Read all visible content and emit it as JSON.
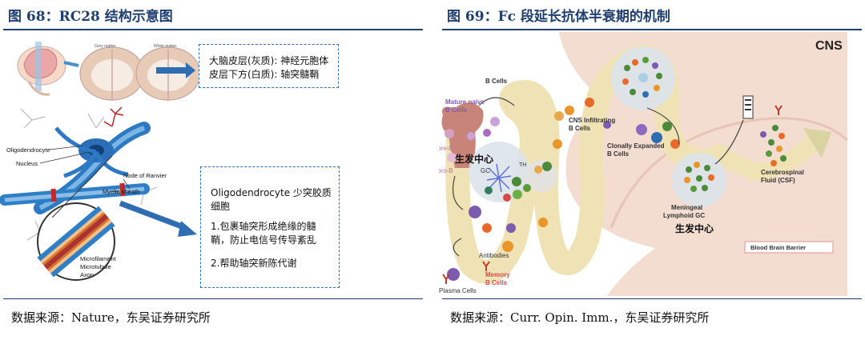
{
  "left": {
    "title": "图 68：RC28 结构示意图",
    "brain_labels": {
      "grey": "Grey matter",
      "white": "White matter"
    },
    "box1": {
      "line1": "大脑皮层(灰质): 神经元胞体",
      "line2": "皮层下方(白质): 轴突髓鞘"
    },
    "neuron_labels": {
      "oligodendrocyte": "Oligodendrocyte",
      "nucleus": "Nucleus",
      "node_of_ranvier": "Node of Ranvier",
      "myelin_sheath": "Myelin sheath",
      "microfilament": "Microfilament",
      "microtubule": "Microtubule",
      "axon": "Axon"
    },
    "box2": {
      "heading_line1": "Oligodendrocyte 少突胶质",
      "heading_line2": "细胞",
      "item1_line1": "1.包裹轴突形成绝缘的髓",
      "item1_line2": "鞘，防止电信号传导紊乱",
      "item2": "2.帮助轴突新陈代谢"
    },
    "source": "数据来源：Nature，东吴证券研究所"
  },
  "right": {
    "title": "图 69：Fc 段延长抗体半衰期的机制",
    "labels": {
      "cns": "CNS",
      "b_cells": "B Cells",
      "mature_naive": "Mature naive",
      "mature_naive_b": "B Cells",
      "pre_b": "pre-B",
      "pro_b": "pro-B",
      "germinal_center_cn": "生发中心",
      "gc": "GC",
      "th": "TH",
      "antibodies": "Antibodies",
      "memory_b_1": "Memory",
      "memory_b_2": "B Cells",
      "plasma_cells": "Plasma Cells",
      "cns_infiltrating_1": "CNS Infiltrating",
      "cns_infiltrating_2": "B Cells",
      "clonally_1": "Clonally Expanded",
      "clonally_2": "B Cells",
      "meningeal_1": "Meningeal",
      "meningeal_2": "Lymphoid GC",
      "germinal_center_cn2": "生发中心",
      "csf_1": "Cerebrospinal",
      "csf_2": "Fluid (CSF)",
      "bbb": "Blood Brain Barrier"
    },
    "colors": {
      "cns_bg": "#f3ddd0",
      "path": "#efe2b4",
      "brand": "#1f3f6e"
    },
    "source": "数据来源：Curr. Opin. Imm.，东吴证券研究所"
  }
}
